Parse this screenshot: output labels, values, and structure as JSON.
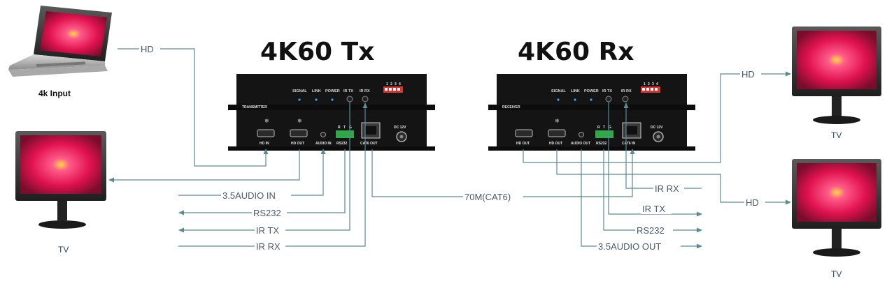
{
  "titles": {
    "tx": "4K60 Tx",
    "rx": "4K60 Rx"
  },
  "devices": {
    "laptop_label": "4k Input",
    "tv_left_label": "TV",
    "tv_right_top_label": "TV",
    "tv_right_bottom_label": "TV"
  },
  "tx_unit": {
    "top_panel_labels": [
      "SIGNAL",
      "LINK",
      "POWER",
      "IR TX",
      "IR RX"
    ],
    "dip_numbers": [
      "1",
      "2",
      "3",
      "4"
    ],
    "model_label": "TRANSMITTER",
    "ports": [
      "HD IN",
      "HD OUT",
      "AUDIO IN",
      "RS232",
      "CAT6 OUT",
      "DC 12V"
    ],
    "rs232_pins": [
      "R",
      "T",
      "G"
    ]
  },
  "rx_unit": {
    "top_panel_labels": [
      "SIGNAL",
      "LINK",
      "POWER",
      "IR TX",
      "IR RX"
    ],
    "dip_numbers": [
      "1",
      "2",
      "3",
      "4"
    ],
    "model_label": "RECEIVER",
    "ports": [
      "HD OUT",
      "HD OUT",
      "AUDIO OUT",
      "RS232",
      "CAT6 IN",
      "DC 12V"
    ],
    "rs232_pins": [
      "R",
      "T",
      "G"
    ]
  },
  "connections": {
    "hd_in": "HD",
    "audio_in": "3.5AUDIO IN",
    "rs232_tx": "RS232",
    "ir_tx_tx": "IR TX",
    "ir_rx_tx": "IR RX",
    "cat6": "70M(CAT6)",
    "hd_out_rx_1": "HD",
    "hd_out_rx_2": "HD",
    "ir_rx_rx": "IR RX",
    "ir_tx_rx": "IR TX",
    "rs232_rx": "RS232",
    "audio_out": "3.5AUDIO OUT"
  },
  "colors": {
    "wire": "#5a8a93",
    "device_body": "#141414",
    "led": "#3aa0ff"
  }
}
